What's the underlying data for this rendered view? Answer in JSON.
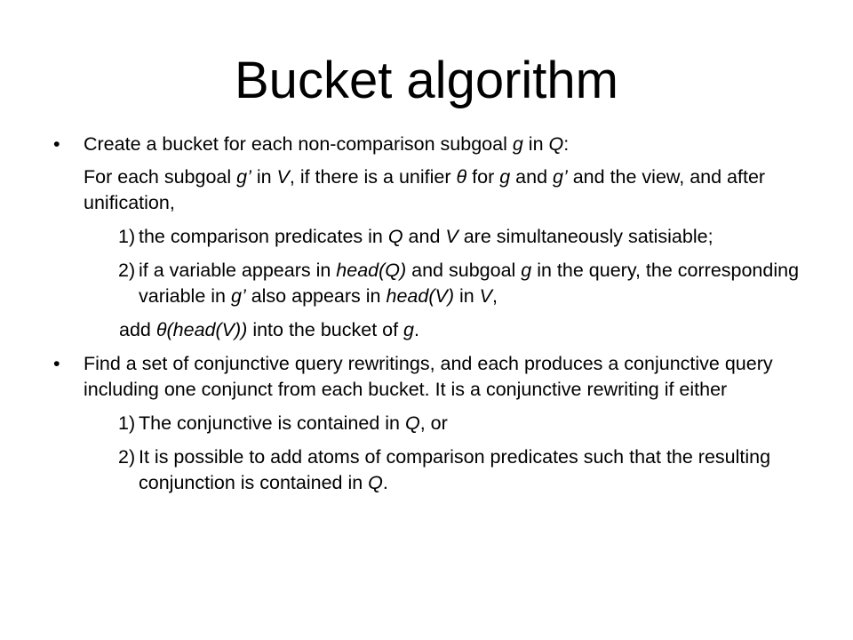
{
  "slide": {
    "title": "Bucket algorithm",
    "bullet_glyph": "•",
    "b1": {
      "l1_pre": "Create a bucket for each non-comparison subgoal ",
      "l1_g": "g",
      "l1_mid": " in ",
      "l1_Q": "Q",
      "l1_end": ":",
      "p2_a": "For each subgoal ",
      "p2_g1": "g’",
      "p2_b": " in ",
      "p2_V": "V",
      "p2_c": ", if there is a unifier ",
      "p2_theta": "θ",
      "p2_d": " for ",
      "p2_g2": "g",
      "p2_e": " and ",
      "p2_g3": "g’",
      "p2_f": " and the view, and after unification,",
      "n1_num": "1)",
      "n1_a": "the comparison predicates in ",
      "n1_Q": "Q",
      "n1_b": " and ",
      "n1_V": "V",
      "n1_c": " are simultaneously satisiable;",
      "n2_num": "2)",
      "n2_a": "if a variable appears in ",
      "n2_headQ": "head(Q)",
      "n2_b": " and subgoal ",
      "n2_g": "g",
      "n2_c": " in the query, the corresponding variable in ",
      "n2_g2": "g’",
      "n2_d": " also appears in ",
      "n2_headV": "head(V)",
      "n2_e": " in ",
      "n2_V": "V",
      "n2_f": ",",
      "add_a": "add ",
      "add_theta": "θ(head(V))",
      "add_b": " into the bucket of ",
      "add_g": "g",
      "add_c": "."
    },
    "b2": {
      "text": "Find a set of conjunctive query rewritings, and each produces a conjunctive query including one conjunct from each bucket. It is a conjunctive rewriting if either",
      "n1_num": "1)",
      "n1_a": "The conjunctive is contained in ",
      "n1_Q": "Q",
      "n1_b": ", or",
      "n2_num": "2)",
      "n2_a": "It is possible to add atoms of comparison predicates such that the resulting conjunction is contained in ",
      "n2_Q": "Q",
      "n2_b": "."
    }
  }
}
